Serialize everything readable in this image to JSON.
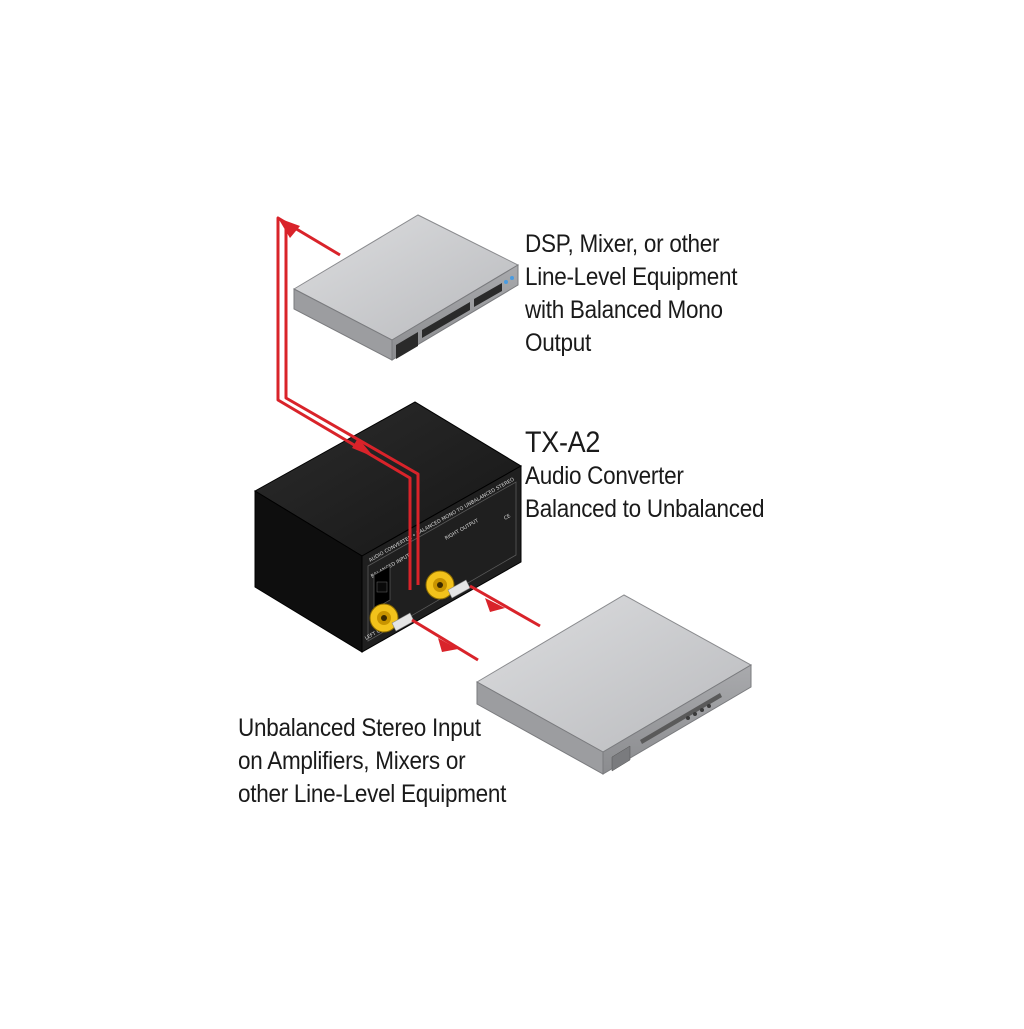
{
  "labels": {
    "dsp": {
      "line1": "DSP, Mixer, or other",
      "line2": "Line-Level Equipment",
      "line3": "with Balanced Mono",
      "line4": "Output"
    },
    "tx": {
      "title": "TX-A2",
      "line1": "Audio Converter",
      "line2": "Balanced to Unbalanced"
    },
    "output": {
      "line1": "Unbalanced Stereo Input",
      "line2": "on Amplifiers, Mixers or",
      "line3": "other Line-Level Equipment"
    }
  },
  "device_text": {
    "top_strip": "AUDIO CONVERTER • BALANCED MONO TO UNBALANCED STEREO",
    "input_label": "BALANCED INPUT",
    "output_label": "RIGHT OUTPUT",
    "left_output": "LEFT OUTPUT",
    "ce_mark": "CE"
  },
  "colors": {
    "cable": "#d9232a",
    "device_body": "#1c1c1c",
    "rca_gold": "#f2c21b",
    "equipment_gray": "#c9cacc"
  }
}
